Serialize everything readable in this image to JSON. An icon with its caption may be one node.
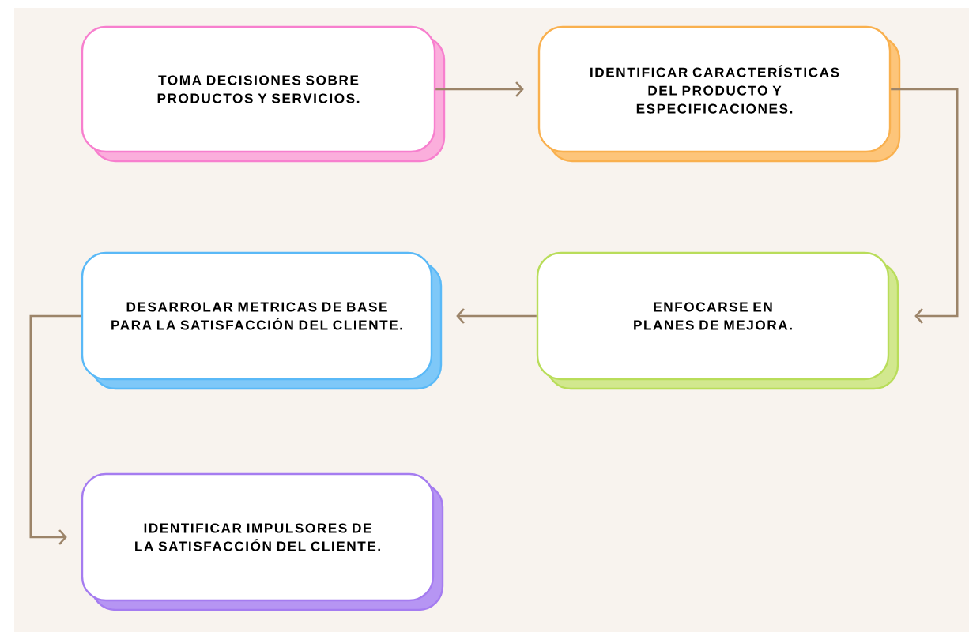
{
  "diagram": {
    "nodes": [
      {
        "text": [
          "TOMA DECISIONES SOBRE PRODUCTOS Y SERVICIOS."
        ]
      },
      {
        "text": [
          "IDENTIFICAR CARACTERÍSTICAS DEL PRODUCTO Y ESPECIFICACIONES."
        ]
      },
      {
        "text": [
          "ENFOCARSE EN PLANES DE MEJORA."
        ]
      },
      {
        "text": [
          "DESARROLAR METRICAS DE BASE PARA LA SATISFACCIÓN DEL CLIENTE."
        ]
      },
      {
        "text": [
          "IDENTIFICAR IMPULSORES DE LA SATISFACCIÓN DEL CLIENTE."
        ]
      }
    ],
    "edges": [
      {
        "from": 0,
        "to": 1,
        "arrow": "to"
      },
      {
        "from": 1,
        "to": 2,
        "arrow": "to"
      },
      {
        "from": 2,
        "to": 3,
        "arrow": "to"
      },
      {
        "from": 3,
        "to": 4,
        "arrow": "to"
      }
    ]
  }
}
